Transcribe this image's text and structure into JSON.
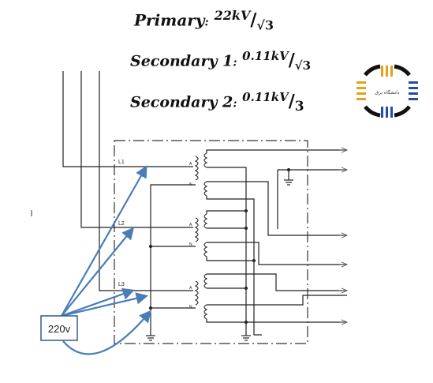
{
  "equations": {
    "primary": {
      "label": "Primary",
      "num": "22kV",
      "den": "√3"
    },
    "secondary1": {
      "label": "Secondary 1",
      "num": "0.11kV",
      "den": "√3"
    },
    "secondary2": {
      "label": "Secondary 2",
      "num": "0.11kV",
      "den": "3"
    }
  },
  "diagram": {
    "phase_labels": [
      "L1",
      "L2",
      "L3"
    ],
    "winding_marks": [
      "A",
      "N"
    ],
    "voltage_box": "220v",
    "logo_text": "دانشگاه برق"
  },
  "colors": {
    "wire": "#1a1a1a",
    "arrow": "#4a7db8",
    "box_border": "#2e5c8c",
    "logo_orange": "#e3a21a",
    "logo_blue": "#2a4aa8"
  }
}
